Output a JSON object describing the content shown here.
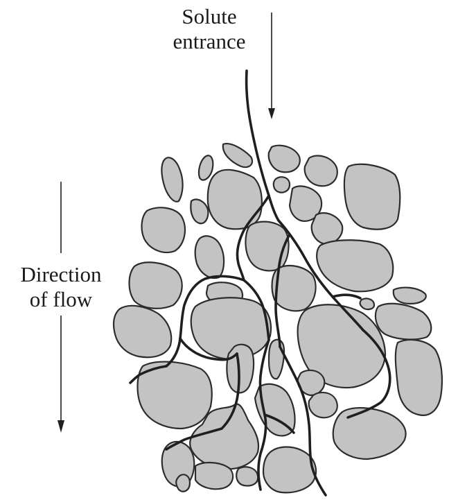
{
  "labels": {
    "solute_entrance": [
      "Solute",
      "entrance"
    ],
    "direction_of_flow": [
      "Direction",
      "of flow"
    ]
  },
  "colors": {
    "grain_fill": "#c3c3c3",
    "outline": "#2c2c2c",
    "background": "#ffffff"
  }
}
